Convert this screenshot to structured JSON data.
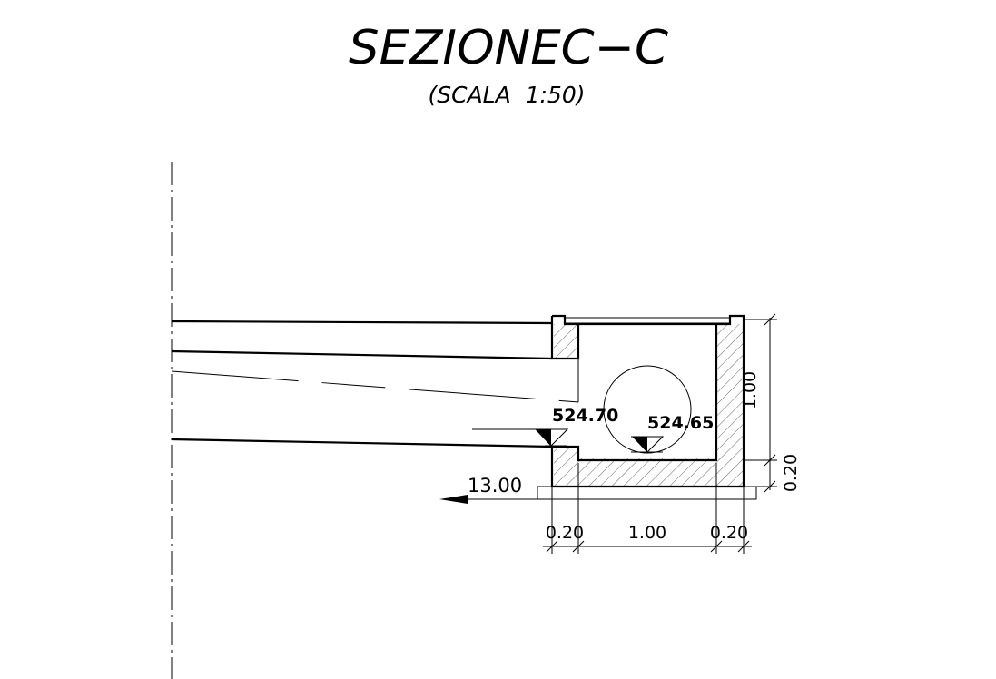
{
  "title": "SEZIONEC−C",
  "subtitle": "(SCALA  1:50)",
  "elevations": {
    "pipe_invert": "524.70",
    "channel_bottom": "524.65",
    "distance": "13.00"
  },
  "dimensions": {
    "height_inner": "1.00",
    "height_base": "0.20",
    "width_left_wall": "0.20",
    "width_inner": "1.00",
    "width_right_wall": "0.20"
  }
}
